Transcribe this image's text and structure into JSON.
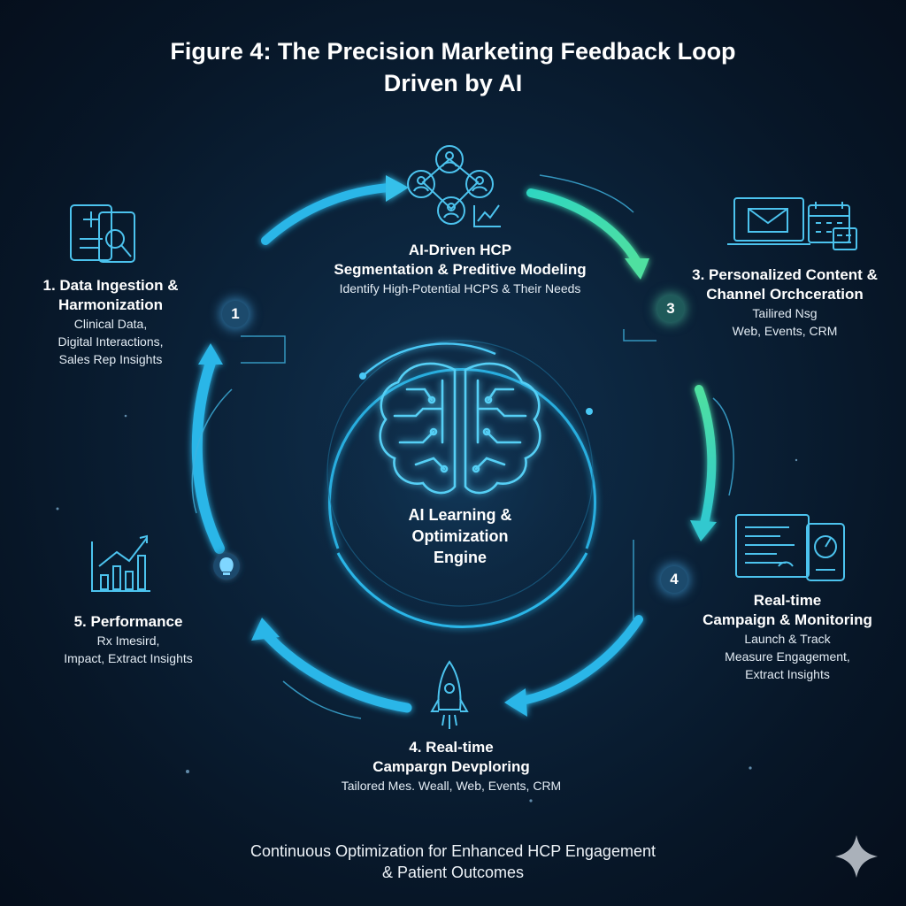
{
  "title": {
    "line1": "Figure 4: The Precision Marketing Feedback Loop",
    "line2": "Driven by AI"
  },
  "center": {
    "line1": "AI Learning &",
    "line2": "Optimization",
    "line3": "Engine"
  },
  "steps": [
    {
      "number": "1",
      "heading": [
        "1. Data Ingestion &",
        "Harmonization"
      ],
      "details": [
        "Clinical Data,",
        "Digital Interactions,",
        "Sales Rep Insights"
      ],
      "icon": "clipboard-search-icon"
    },
    {
      "number": "",
      "heading": [
        "AI-Driven HCP",
        "Segmentation & Preditive Modeling"
      ],
      "details": [
        "Identify High-Potential HCPS & Their Needs"
      ],
      "icon": "network-users-icon"
    },
    {
      "number": "3",
      "heading": [
        "3. Personalized Content &",
        "Channel Orchceration"
      ],
      "details": [
        "Tailired Nsg",
        "Web, Events, CRM"
      ],
      "icon": "email-calendar-icon"
    },
    {
      "number": "4",
      "heading": [
        "Real-time",
        "Campaign & Monitoring"
      ],
      "details": [
        "Launch & Track",
        "Measure Engagement,",
        "Extract Insights"
      ],
      "icon": "dashboard-gauge-icon"
    },
    {
      "number": "",
      "heading": [
        "4. Real-time",
        "Campargn Devploring"
      ],
      "details": [
        "Tailored Mes. Weall, Web, Events, CRM"
      ],
      "icon": "rocket-icon"
    },
    {
      "number": "",
      "heading": [
        "5. Performance"
      ],
      "details": [
        "Rx Imesird,",
        "Impact, Extract Insights"
      ],
      "icon": "bar-chart-growth-icon"
    }
  ],
  "footer": {
    "line1": "Continuous Optimization for Enhanced HCP Engagement",
    "line2": "& Patient Outcomes"
  },
  "colors": {
    "background": "#071627",
    "cyan": "#2bb6e8",
    "teal": "#3fd9c4",
    "green": "#4fe0a0",
    "icon": "#4cc3ee",
    "text": "#ffffff"
  }
}
